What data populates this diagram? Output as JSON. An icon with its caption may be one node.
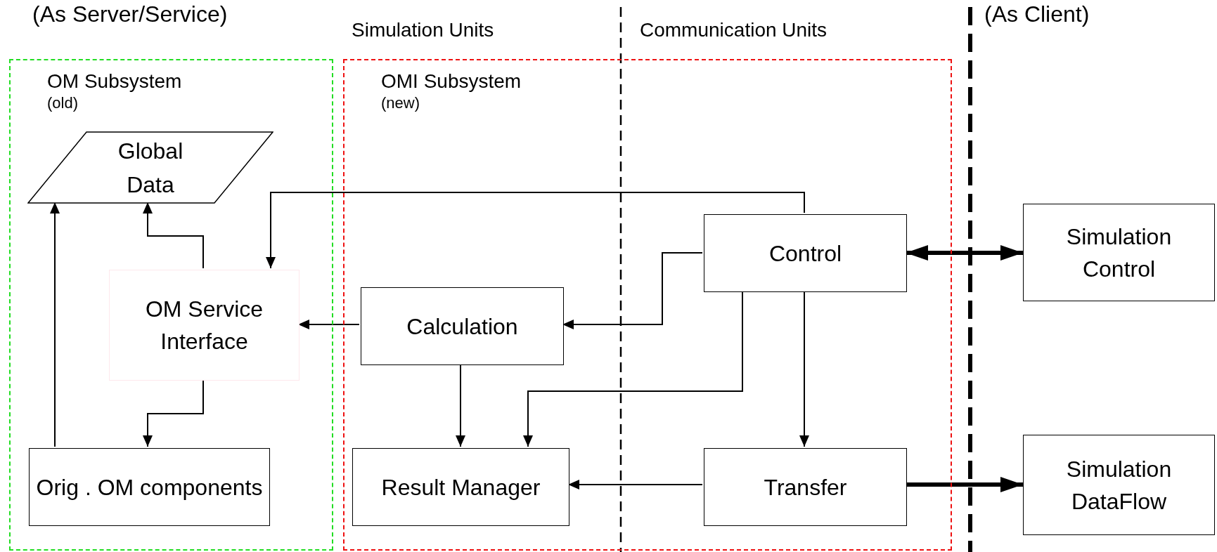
{
  "diagram": {
    "nodes": [
      {
        "text": [
          "OM Subsystem",
          "(old)"
        ]
      },
      {
        "text": [
          "Global Data"
        ],
        "in": 0
      },
      {
        "text": [
          "OM Service Interface"
        ],
        "in": 0
      },
      {
        "text": [
          "Orig . OM components"
        ],
        "in": 0
      },
      {
        "text": [
          "OMI Subsystem",
          "(new)"
        ]
      },
      {
        "text": [
          "Calculation"
        ],
        "in": 4
      },
      {
        "text": [
          "Result Manager"
        ],
        "in": 4
      },
      {
        "text": [
          "Control"
        ],
        "in": 4
      },
      {
        "text": [
          "Transfer"
        ],
        "in": 4
      },
      {
        "text": [
          "Simulation Control"
        ]
      },
      {
        "text": [
          "Simulation DataFlow"
        ]
      }
    ],
    "edges": [
      {
        "from": 3,
        "to": 1,
        "arrow": "to"
      },
      {
        "from": 2,
        "to": 1,
        "arrow": "to"
      },
      {
        "from": 2,
        "to": 3,
        "arrow": "to"
      },
      {
        "from": 7,
        "to": 2,
        "arrow": "to"
      },
      {
        "from": 5,
        "to": 2,
        "arrow": "to"
      },
      {
        "from": 7,
        "to": 5,
        "arrow": "to"
      },
      {
        "from": 7,
        "to": 6,
        "arrow": "to"
      },
      {
        "from": 5,
        "to": 6,
        "arrow": "to"
      },
      {
        "from": 8,
        "to": 6,
        "arrow": "to"
      },
      {
        "from": 7,
        "to": 8,
        "arrow": "to"
      },
      {
        "from": 7,
        "to": 9,
        "arrow": "both",
        "style": "thick"
      },
      {
        "from": 8,
        "to": 10,
        "arrow": "to",
        "style": "thick"
      }
    ],
    "labels": [
      "(As Server/Service)",
      "Simulation Units",
      "Communication Units",
      "(As Client)"
    ]
  }
}
